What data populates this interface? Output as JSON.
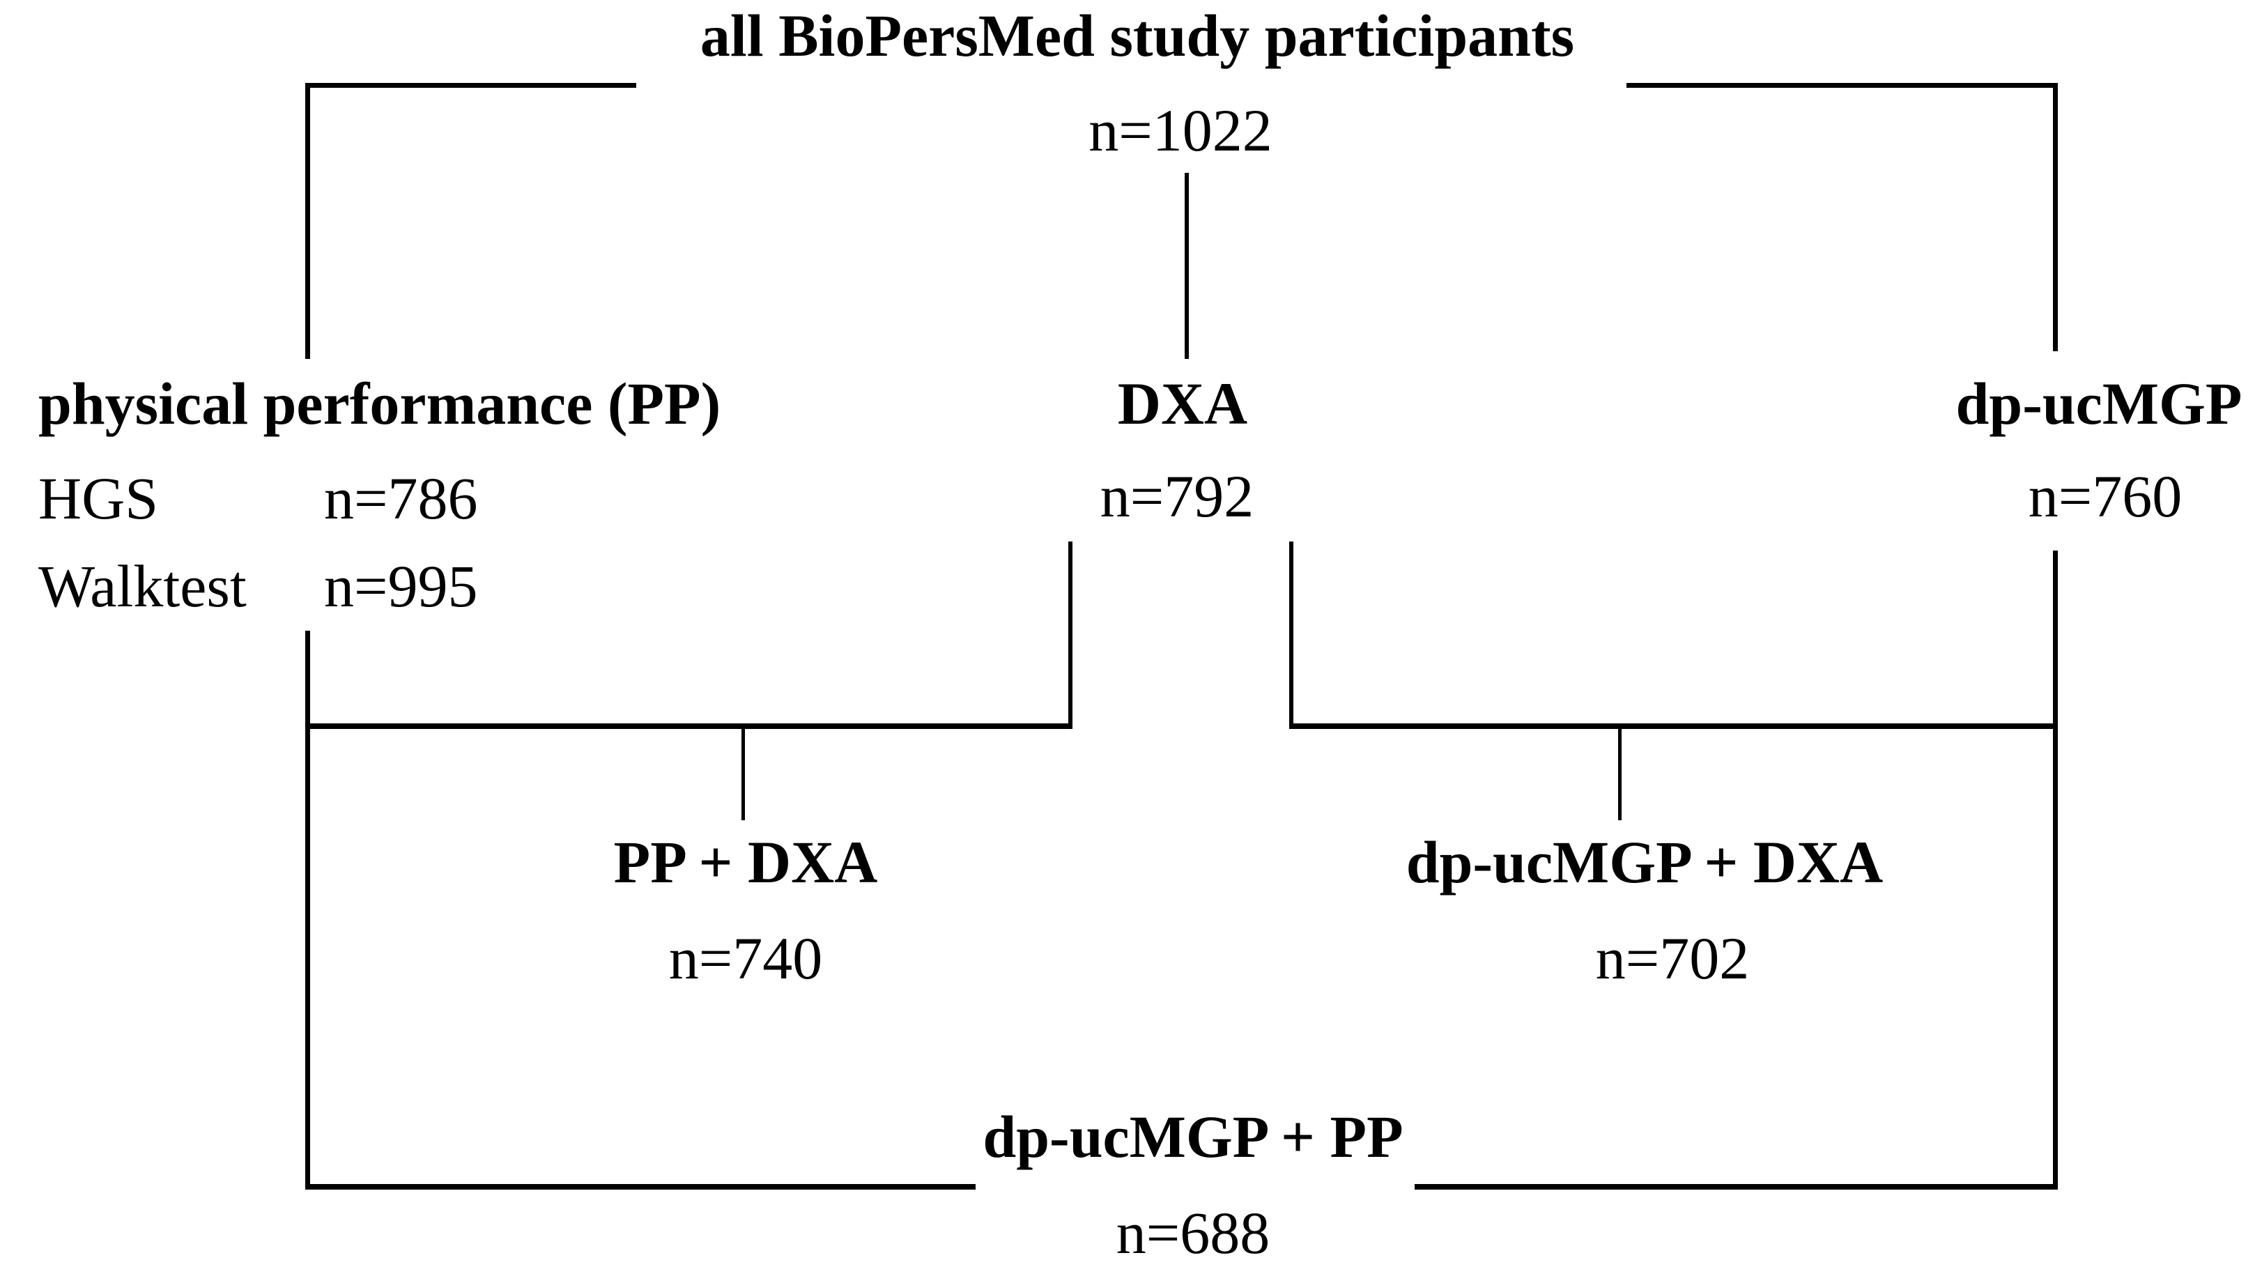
{
  "root": {
    "label": "all BioPersMed study participants",
    "n": "n=1022"
  },
  "branches": {
    "pp": {
      "label": "physical performance (PP)",
      "rows": [
        {
          "label": "HGS",
          "n": "n=786"
        },
        {
          "label": "Walktest",
          "n": "n=995"
        }
      ]
    },
    "dxa": {
      "label": "DXA",
      "n": "n=792"
    },
    "dpucmgp": {
      "label": "dp-ucMGP",
      "n": "n=760"
    }
  },
  "overlaps": {
    "pp_dxa": {
      "label": "PP + DXA",
      "n": "n=740"
    },
    "dpucmgp_dxa": {
      "label": "dp-ucMGP + DXA",
      "n": "n=702"
    },
    "dpucmgp_pp": {
      "label": "dp-ucMGP + PP",
      "n": "n=688"
    }
  },
  "colors": {
    "line": "#000000",
    "text": "#000000",
    "background": "#ffffff"
  }
}
